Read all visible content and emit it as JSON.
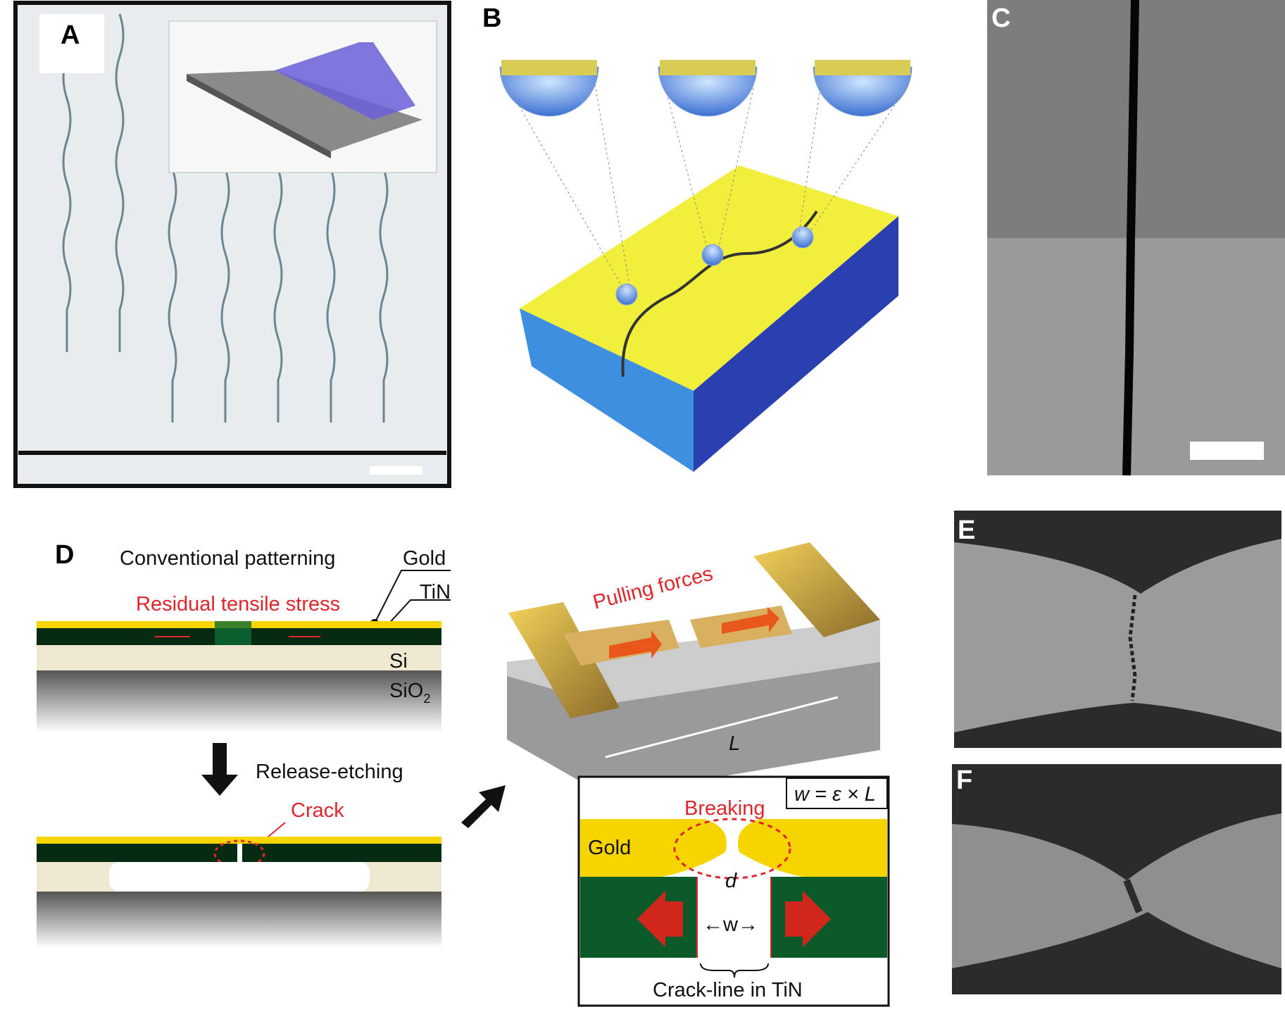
{
  "panels": {
    "a": {
      "label": "A"
    },
    "b": {
      "label": "B"
    },
    "c": {
      "label": "C"
    },
    "d": {
      "label": "D",
      "title": "Conventional patterning",
      "gold": "Gold",
      "tin": "TiN",
      "stress": "Residual tensile stress",
      "si": "Si",
      "sio2": "SiO",
      "sio2_sub": "2",
      "step": "Release-etching",
      "crack": "Crack",
      "pulling": "Pulling forces",
      "length": "L",
      "inset": {
        "formula": "w = ε × L",
        "breaking": "Breaking",
        "gold": "Gold",
        "d": "d",
        "w": "←w→",
        "crackline": "Crack-line in TiN"
      }
    },
    "e": {
      "label": "E"
    },
    "f": {
      "label": "F"
    }
  },
  "colors": {
    "gold": "#f5d400",
    "tin": "#0c5a2a",
    "tin_dark": "#062a12",
    "si": "#efe8d0",
    "blue": "#2f4fb5",
    "red": "#e0262b",
    "arrow": "#e8561a"
  }
}
